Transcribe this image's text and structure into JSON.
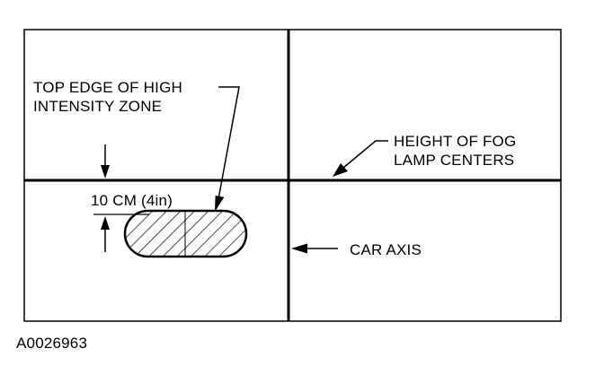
{
  "labels": {
    "top_edge_line1": "TOP EDGE OF HIGH",
    "top_edge_line2": "INTENSITY ZONE",
    "fog_line1": "HEIGHT OF FOG",
    "fog_line2": "LAMP CENTERS",
    "car_axis": "CAR AXIS",
    "measurement": "10 CM (4in)",
    "figure_id": "A0026963"
  },
  "colors": {
    "ink": "#000000",
    "paper": "#ffffff"
  }
}
